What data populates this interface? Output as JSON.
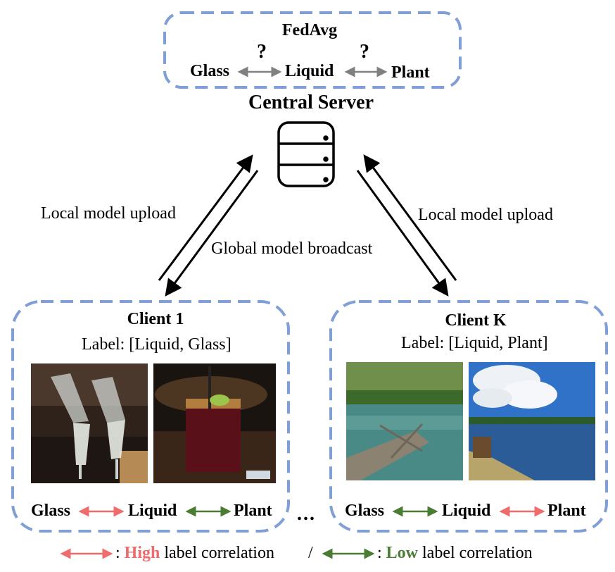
{
  "server": {
    "algo_label": "FedAvg",
    "title": "Central Server",
    "labels": {
      "glass": "Glass",
      "liquid": "Liquid",
      "plant": "Plant"
    },
    "question_mark": "?"
  },
  "arrows": {
    "upload_left": "Local model upload",
    "broadcast": "Global model broadcast",
    "upload_right": "Local model upload"
  },
  "clients": [
    {
      "title": "Client 1",
      "label_text": "Label: [Liquid, Glass]",
      "images": [
        "champagne-glasses-photo",
        "iced-drink-photo"
      ],
      "relations": {
        "glass": "Glass",
        "liquid": "Liquid",
        "plant": "Plant",
        "glass_liquid": "high",
        "liquid_plant": "low"
      }
    },
    {
      "title": "Client K",
      "label_text": "Label: [Liquid, Plant]",
      "images": [
        "forest-lake-photo",
        "lake-shore-photo"
      ],
      "relations": {
        "glass": "Glass",
        "liquid": "Liquid",
        "plant": "Plant",
        "glass_liquid": "low",
        "liquid_plant": "high"
      }
    }
  ],
  "ellipsis": "...",
  "legend": {
    "high_prefix": ": ",
    "high_word": "High",
    "high_suffix": " label correlation",
    "separator": "/",
    "low_prefix": ": ",
    "low_word": "Low",
    "low_suffix": " label correlation"
  },
  "colors": {
    "box_border": "#7f9fd6",
    "high": "#f06b6b",
    "low": "#4a7c34",
    "neutral_arrow": "#808080"
  }
}
